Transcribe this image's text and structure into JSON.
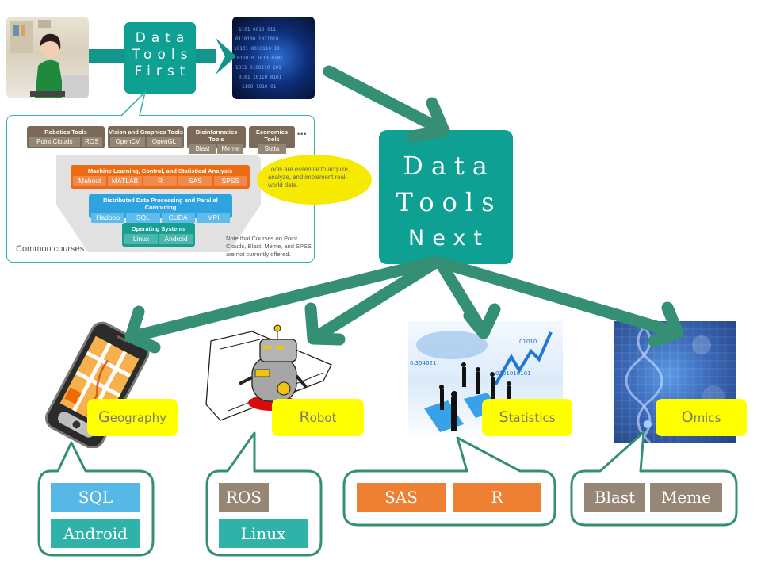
{
  "top_flow": {
    "student_photo": "student-at-computer",
    "first_box": {
      "line1": "Data",
      "line2": "Tools",
      "line3": "First"
    },
    "data_photo": "binary-data-stream"
  },
  "common_courses": {
    "title": "Common courses",
    "categories": [
      {
        "title": "Robotics Tools",
        "tools": [
          "Point Clouds",
          "ROS"
        ]
      },
      {
        "title": "Vision and Graphics Tools",
        "tools": [
          "OpenCV",
          "OpenGL"
        ]
      },
      {
        "title": "Bioinformatics Tools",
        "tools": [
          "Blast",
          "Meme"
        ]
      },
      {
        "title": "Economics Tools",
        "tools": [
          "Stata"
        ]
      }
    ],
    "more": "•••",
    "layers": [
      {
        "title": "Machine Learning, Control, and Statistical Analysis",
        "tools": [
          "Mahout",
          "MATLAB",
          "R",
          "SAS",
          "SPSS"
        ]
      },
      {
        "title": "Distributed Data Processing and Parallel Computing",
        "tools": [
          "Hadoop",
          "SQL",
          "CUDA",
          "MPI"
        ]
      },
      {
        "title": "Operating Systems",
        "tools": [
          "Linux",
          "Android"
        ]
      }
    ],
    "bubble_text": "Tools are essential to acquire, analyze, and implement real-world data.",
    "note": "Note that Courses on Point Clouds, Blast, Meme, and SPSS are not currently offered."
  },
  "next_box": {
    "line1": "Data",
    "line2": "Tools",
    "line3": "Next"
  },
  "domains": [
    {
      "cap": "G",
      "rest": "eography",
      "tools": [
        "SQL",
        "Android"
      ]
    },
    {
      "cap": "R",
      "rest": "obot",
      "tools": [
        "ROS",
        "Linux"
      ]
    },
    {
      "cap": "S",
      "rest": "tatistics",
      "tools": [
        "SAS",
        "R"
      ]
    },
    {
      "cap": "O",
      "rest": "mics",
      "tools": [
        "Blast",
        "Meme"
      ]
    }
  ],
  "colors": {
    "teal": "#0fa094",
    "arrow": "#358f74",
    "label_yellow": "#ffff00",
    "sql_blue": "#55b8e6",
    "linux_teal": "#2fb3a8",
    "bio_brown": "#958675",
    "stat_orange": "#ee8033"
  }
}
